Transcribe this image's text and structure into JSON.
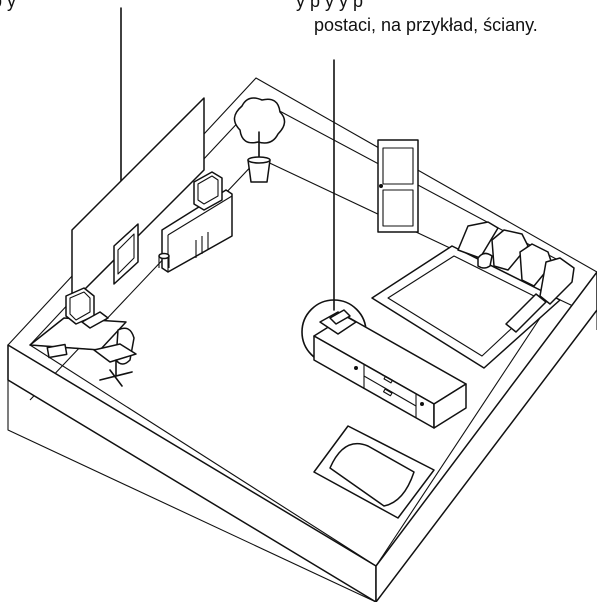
{
  "captions": {
    "left_partial": "p               y",
    "right_line1": "y     p                y   y  p",
    "right_line2": "postaci, na przykład, ściany."
  },
  "colors": {
    "line": "#111111",
    "background": "#ffffff"
  }
}
